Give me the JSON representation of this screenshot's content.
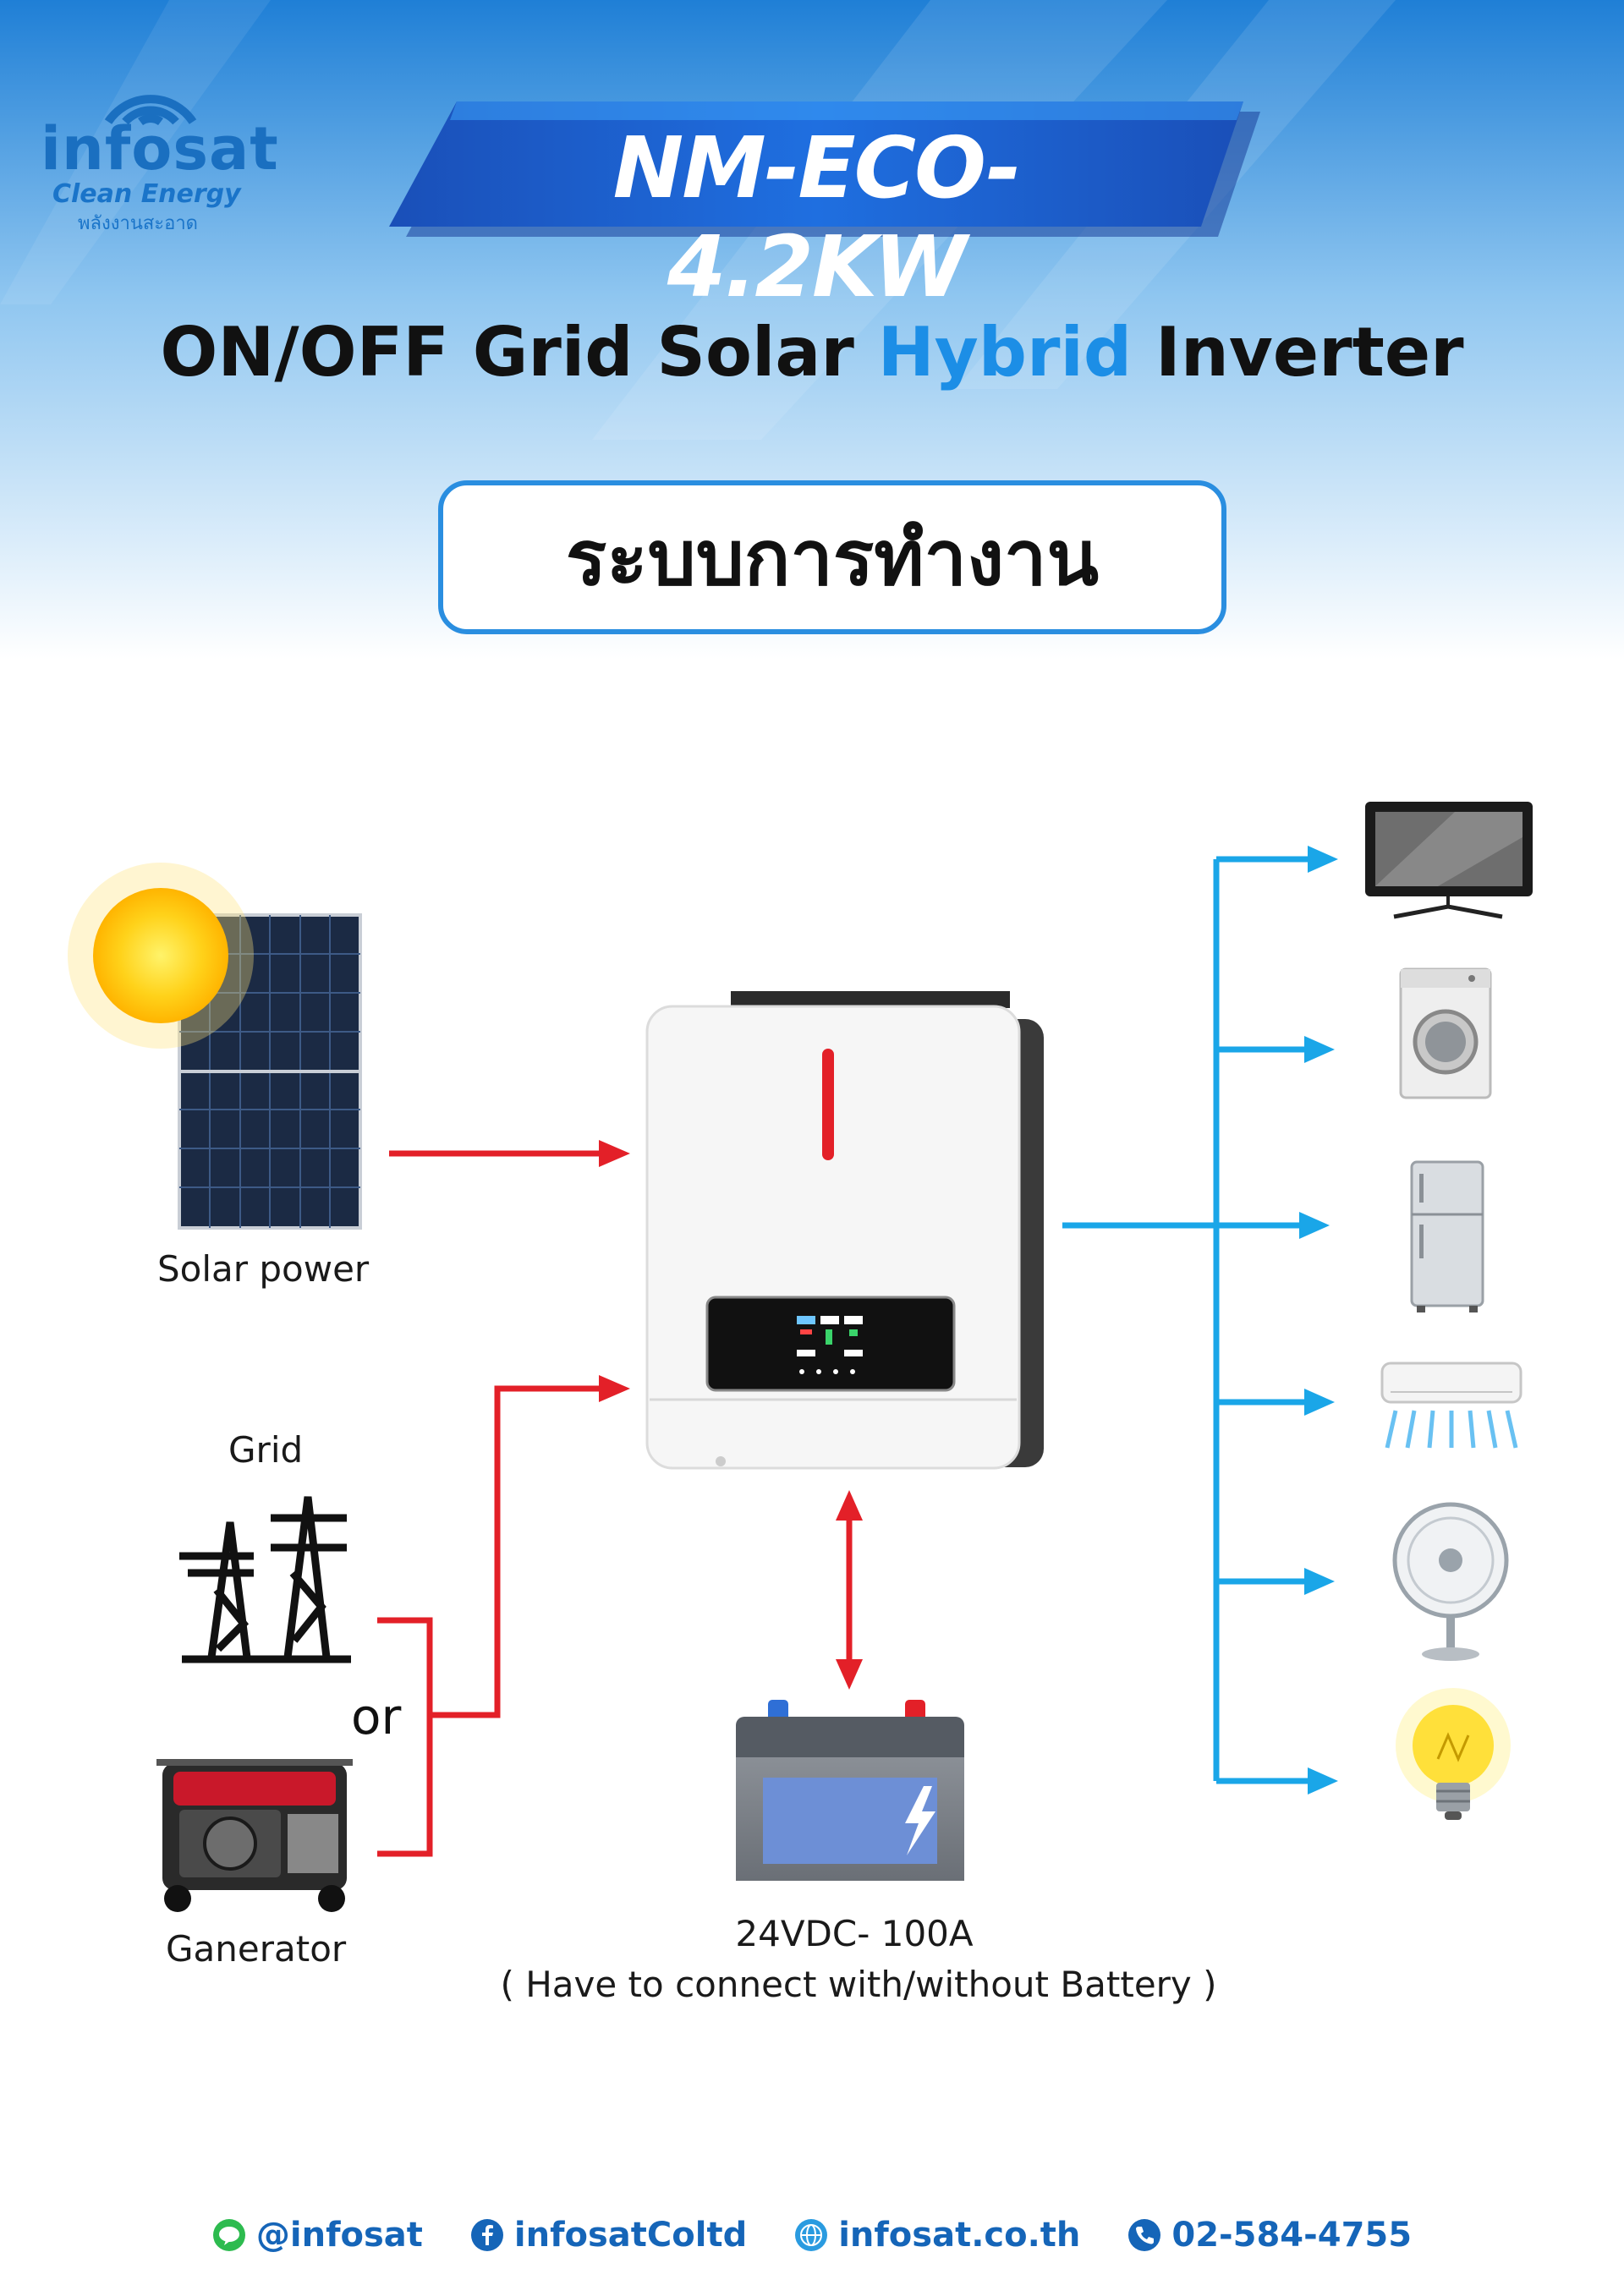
{
  "brand": {
    "name": "infosat",
    "tagline": "Clean Energy",
    "tagline_thai": "พลังงานสะอาด"
  },
  "header": {
    "model": "NM-ECO-4.2KW",
    "subtitle_part1": "ON/OFF Grid Solar ",
    "subtitle_highlight": "Hybrid",
    "subtitle_part2": " Inverter",
    "section_title": "ระบบการทำงาน"
  },
  "diagram": {
    "solar_label": "Solar power",
    "grid_label": "Grid",
    "or_label": "or",
    "generator_label": "Ganerator",
    "battery_spec": "24VDC- 100A",
    "battery_note": "( Have to connect with/without Battery )",
    "loads": [
      "tv-icon",
      "washing-machine-icon",
      "refrigerator-icon",
      "air-conditioner-icon",
      "fan-icon",
      "light-bulb-icon"
    ]
  },
  "footer": {
    "line": "@infosat",
    "facebook": "infosatColtd",
    "website": "infosat.co.th",
    "phone": "02-584-4755"
  },
  "colors": {
    "accent_blue": "#1c8ee6",
    "input_red": "#e32028",
    "output_blue": "#1aa6e8",
    "footer_blue": "#1565b8"
  }
}
